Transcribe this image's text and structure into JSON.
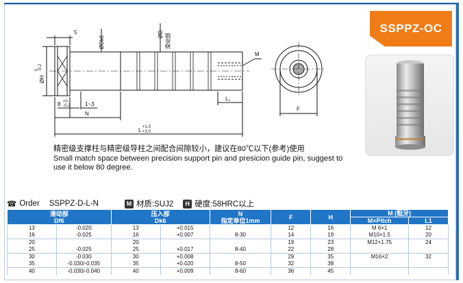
{
  "product": {
    "code_badge": "SSPPZ-OC"
  },
  "drawing": {
    "labels": {
      "five": "5",
      "dk6": "ØDk6",
      "d": "ØD",
      "slide": "滑动部",
      "m": "M",
      "h": "ØH",
      "h_tol_top": "0",
      "h_tol_bottom": "-0.2",
      "eight": "8",
      "eight_tol_top": "+0",
      "eight_tol_bottom": "-0.2",
      "one_three": "1~3",
      "n": "N",
      "l1": "L₁",
      "l": "L",
      "l_tol_top": "+1.3",
      "l_tol_bottom": "+1.0",
      "f": "F"
    }
  },
  "note": {
    "cn": "精密级支撑柱与精密级导柱之间配合间隙较小，建议在80℃以下(参考)使用",
    "en1": "Small match space between precision support pin and presicion guide pin, suggest to",
    "en2": "use it below 80 degree."
  },
  "order": {
    "label": "Order",
    "code": "SSPPZ-D-L-N",
    "material_icon": "M",
    "material": "材质:SUJ2",
    "hardness_icon": "H",
    "hardness": "硬度:58HRC以上"
  },
  "table": {
    "headers": {
      "slide": "滑动部",
      "slide_sub": "Df6",
      "press": "压入部",
      "press_sub": "Dk6",
      "n": "N",
      "n_sub": "指定单位1mm",
      "f": "F",
      "h": "H",
      "m": "M (粗牙)",
      "m_pitch": "M×Pitch",
      "l1": "L1"
    },
    "rows": [
      {
        "d1": "13",
        "tol1": "-0.020",
        "d2": "13",
        "tol2": "+0.015",
        "n": "",
        "f": "12",
        "h": "16",
        "m": "M  6×1",
        "l1": "12"
      },
      {
        "d1": "16",
        "tol1": "-0.025",
        "d2": "16",
        "tol2": "+0.007",
        "n": "8-30",
        "f": "14",
        "h": "19",
        "m": "M10×1.5",
        "l1": "20"
      },
      {
        "d1": "20",
        "tol1": "",
        "d2": "20",
        "tol2": "",
        "n": "",
        "f": "19",
        "h": "23",
        "m": "M12×1.75",
        "l1": "24"
      },
      {
        "d1": "25",
        "tol1": "-0.025",
        "d2": "25",
        "tol2": "+0.017",
        "n": "8-40",
        "f": "22",
        "h": "28",
        "m": "",
        "l1": ""
      },
      {
        "d1": "30",
        "tol1": "-0.030",
        "d2": "30",
        "tol2": "+0.008",
        "n": "",
        "f": "29",
        "h": "35",
        "m": "M16×2",
        "l1": "32"
      },
      {
        "d1": "35",
        "tol1": "-0.030/-0.035",
        "d2": "35",
        "tol2": "+0.020",
        "n": "8-50",
        "f": "32",
        "h": "38",
        "m": "",
        "l1": ""
      },
      {
        "d1": "40",
        "tol1": "-0.030/-0.040",
        "d2": "40",
        "tol2": "+0.009",
        "n": "8-60",
        "f": "36",
        "h": "45",
        "m": "",
        "l1": ""
      }
    ]
  },
  "colors": {
    "accent": "#f07c17",
    "header": "#2175c6",
    "frame": "#1b5fa6"
  }
}
